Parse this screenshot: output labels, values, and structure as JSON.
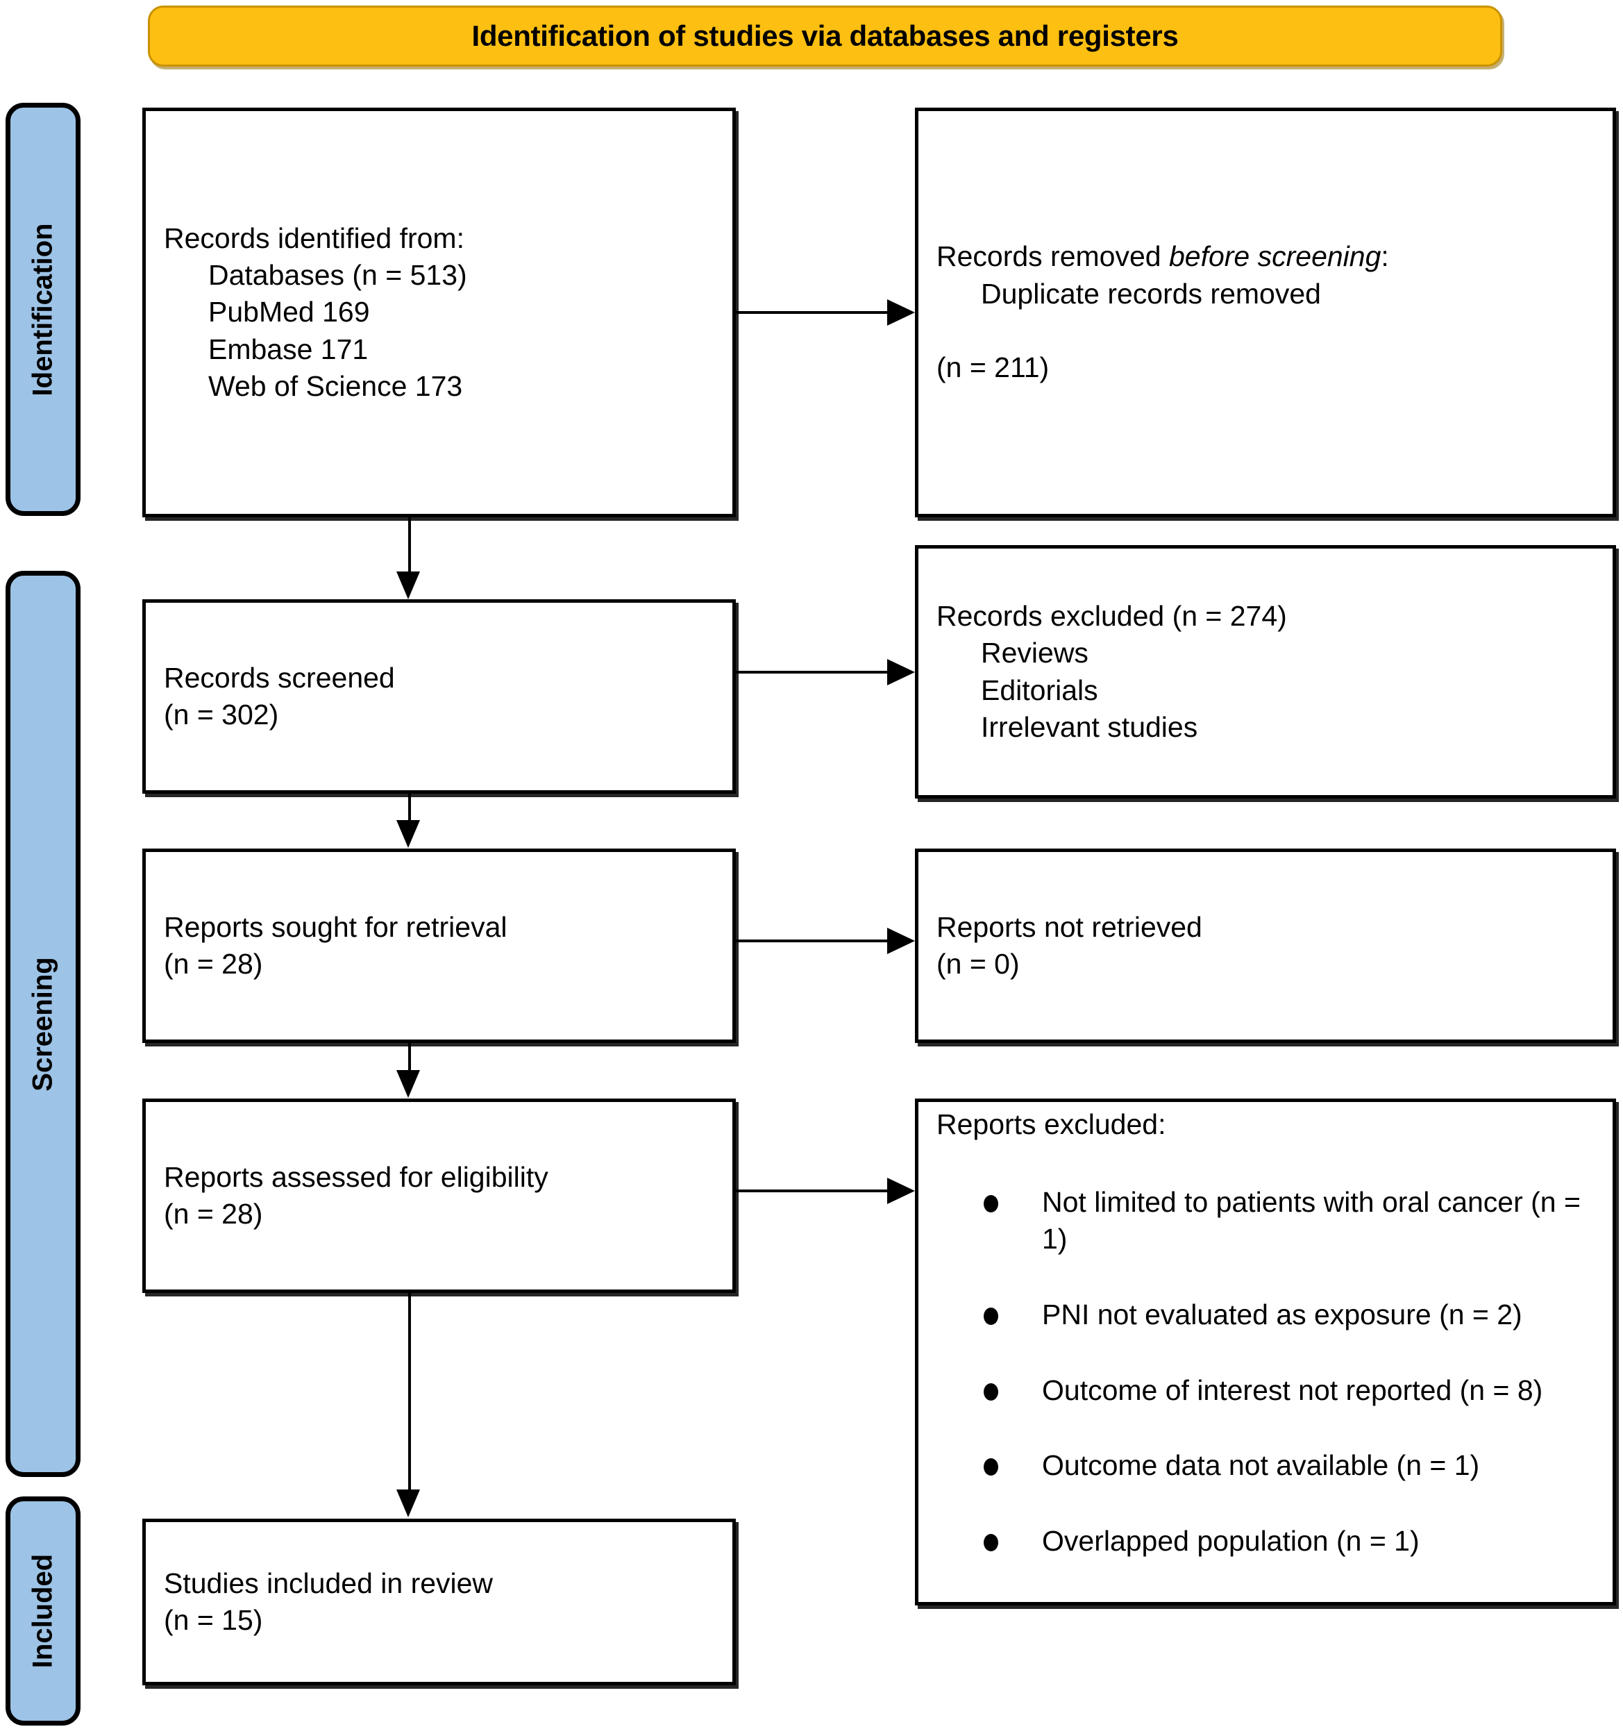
{
  "banner": {
    "title": "Identification of studies via databases and registers"
  },
  "rails": [
    {
      "id": "identification",
      "label": "Identification"
    },
    {
      "id": "screening",
      "label": "Screening"
    },
    {
      "id": "included",
      "label": "Included"
    }
  ],
  "boxes": {
    "identified": {
      "heading": "Records identified from:",
      "lines": "Databases (n = 513)\nPubMed 169\nEmbase 171\nWeb of Science 173"
    },
    "removed": {
      "prefix": "Records removed ",
      "emphasis": "before screening",
      "suffix": ":",
      "lines": "Duplicate records removed",
      "count": "(n = 211)"
    },
    "screened": {
      "heading": "Records screened",
      "count": "(n = 302)"
    },
    "excluded_records": {
      "heading": "Records excluded (n = 274)",
      "lines": "Reviews\nEditorials\nIrrelevant studies"
    },
    "sought": {
      "heading": "Reports sought for retrieval",
      "count": "(n = 28)"
    },
    "not_retrieved": {
      "heading": "Reports not retrieved",
      "count": "(n = 0)"
    },
    "assessed": {
      "heading": "Reports assessed for eligibility",
      "count": "(n = 28)"
    },
    "excluded_reports": {
      "heading": "Reports excluded:",
      "items": [
        "Not limited to patients with oral cancer (n = 1)",
        "PNI not evaluated as exposure (n = 2)",
        "Outcome of interest not reported (n = 8)",
        "Outcome data not available (n = 1)",
        "Overlapped population (n = 1)"
      ]
    },
    "included_final": {
      "heading": "Studies included in review",
      "count": "(n = 15)"
    }
  },
  "colors": {
    "banner_fill": "#FDBF11",
    "banner_border": "#C99200",
    "rail_fill": "#9DC3E6",
    "box_border": "#000000",
    "box_fill": "#FFFFFF"
  }
}
